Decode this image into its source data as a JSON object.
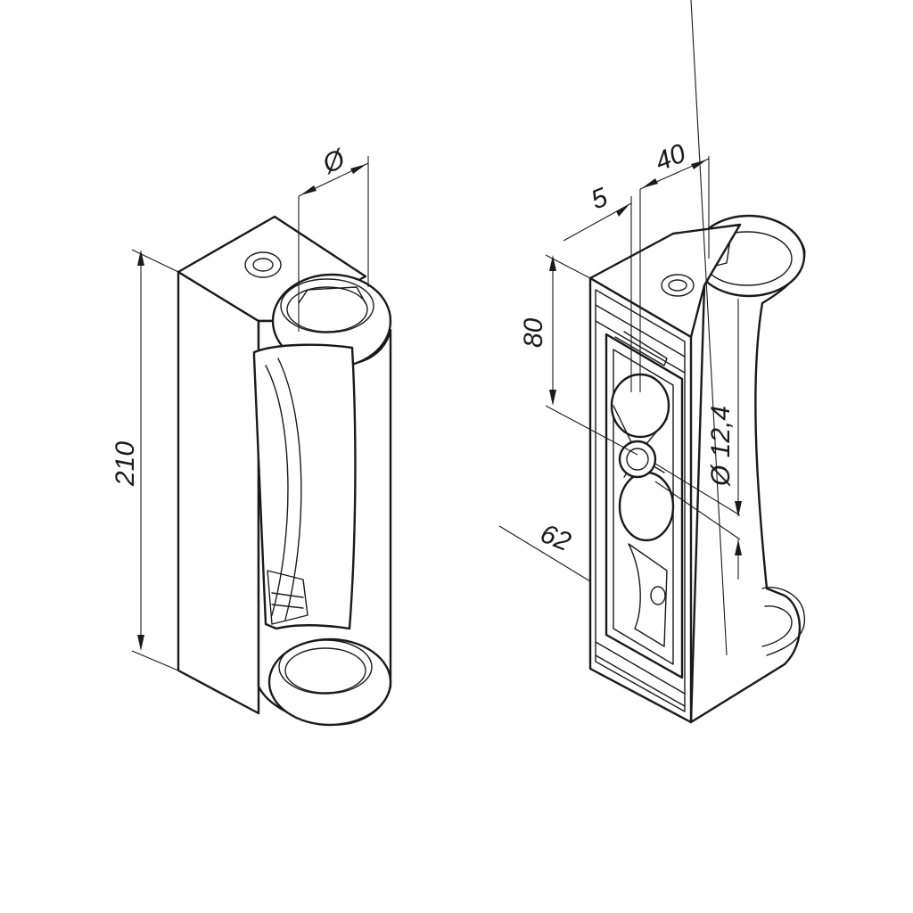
{
  "left_view": {
    "height_label": "210",
    "diameter_label": "Ø"
  },
  "right_view": {
    "width_label": "40",
    "offset_label": "5",
    "depth_label": "80",
    "hole_label": "Ø 12,4",
    "depth2_label": "62"
  },
  "colors": {
    "line": "#1a1a1a",
    "background": "#ffffff"
  }
}
